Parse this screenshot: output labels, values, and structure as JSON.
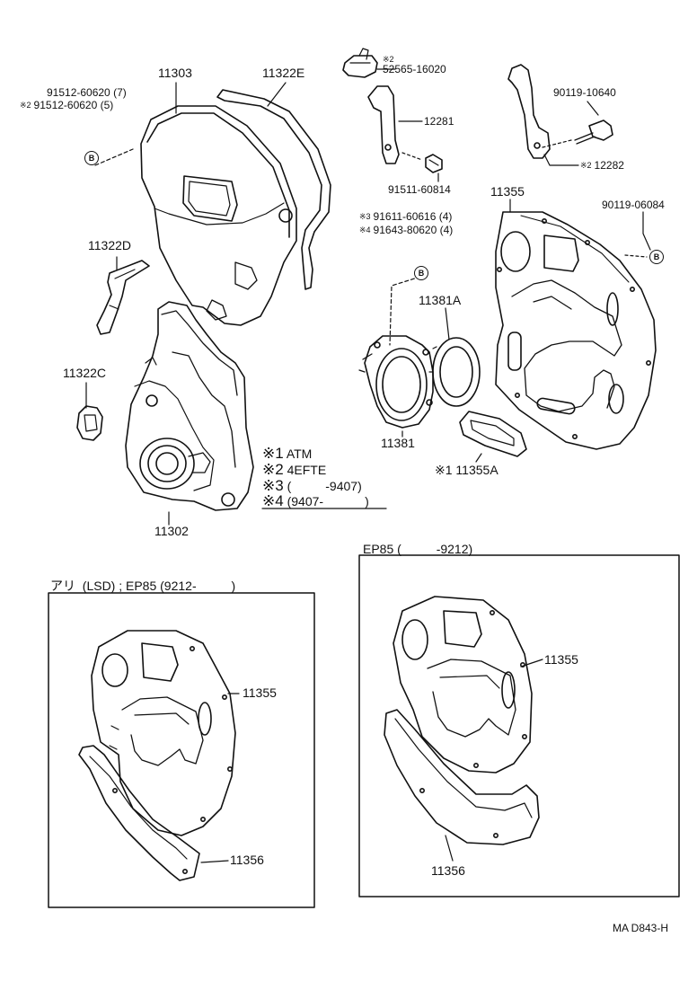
{
  "parts": {
    "p11303": "11303",
    "p11322E": "11322E",
    "p11322D": "11322D",
    "p11322C": "11322C",
    "p11302": "11302",
    "p12281": "12281",
    "p52565": "52565-16020",
    "p91511": "91511-60814",
    "p90119_10640": "90119-10640",
    "p12282": "12282",
    "p11355_main": "11355",
    "p90119_06084": "90119-06084",
    "p91611": "91611-60616 (4)",
    "p91643": "91643-80620 (4)",
    "p11381A": "11381A",
    "p11381": "11381",
    "p11355A": "11355A",
    "p91512_a": "91512-60620 (7)",
    "p91512_b": "91512-60620 (5)",
    "p11355_left": "11355",
    "p11356_left": "11356",
    "p11355_right": "11355",
    "p11356_right": "11356"
  },
  "marks": {
    "m1": "※1",
    "m2": "※2",
    "m3": "※3",
    "m4": "※4",
    "small2": "※2",
    "small3": "※3",
    "small4": "※4"
  },
  "legend": {
    "row1_text": "ATM",
    "row2_text": "4EFTE",
    "row3_open": "(",
    "row3_close": "-9407)",
    "row4_open": "(9407-",
    "row4_close": ")"
  },
  "callout": "B",
  "boxes": {
    "left_title": "アリ  (LSD) ; EP85 (9212-          )",
    "right_title": "EP85 (          -9212)"
  },
  "diagram_code": "MA D843-H"
}
